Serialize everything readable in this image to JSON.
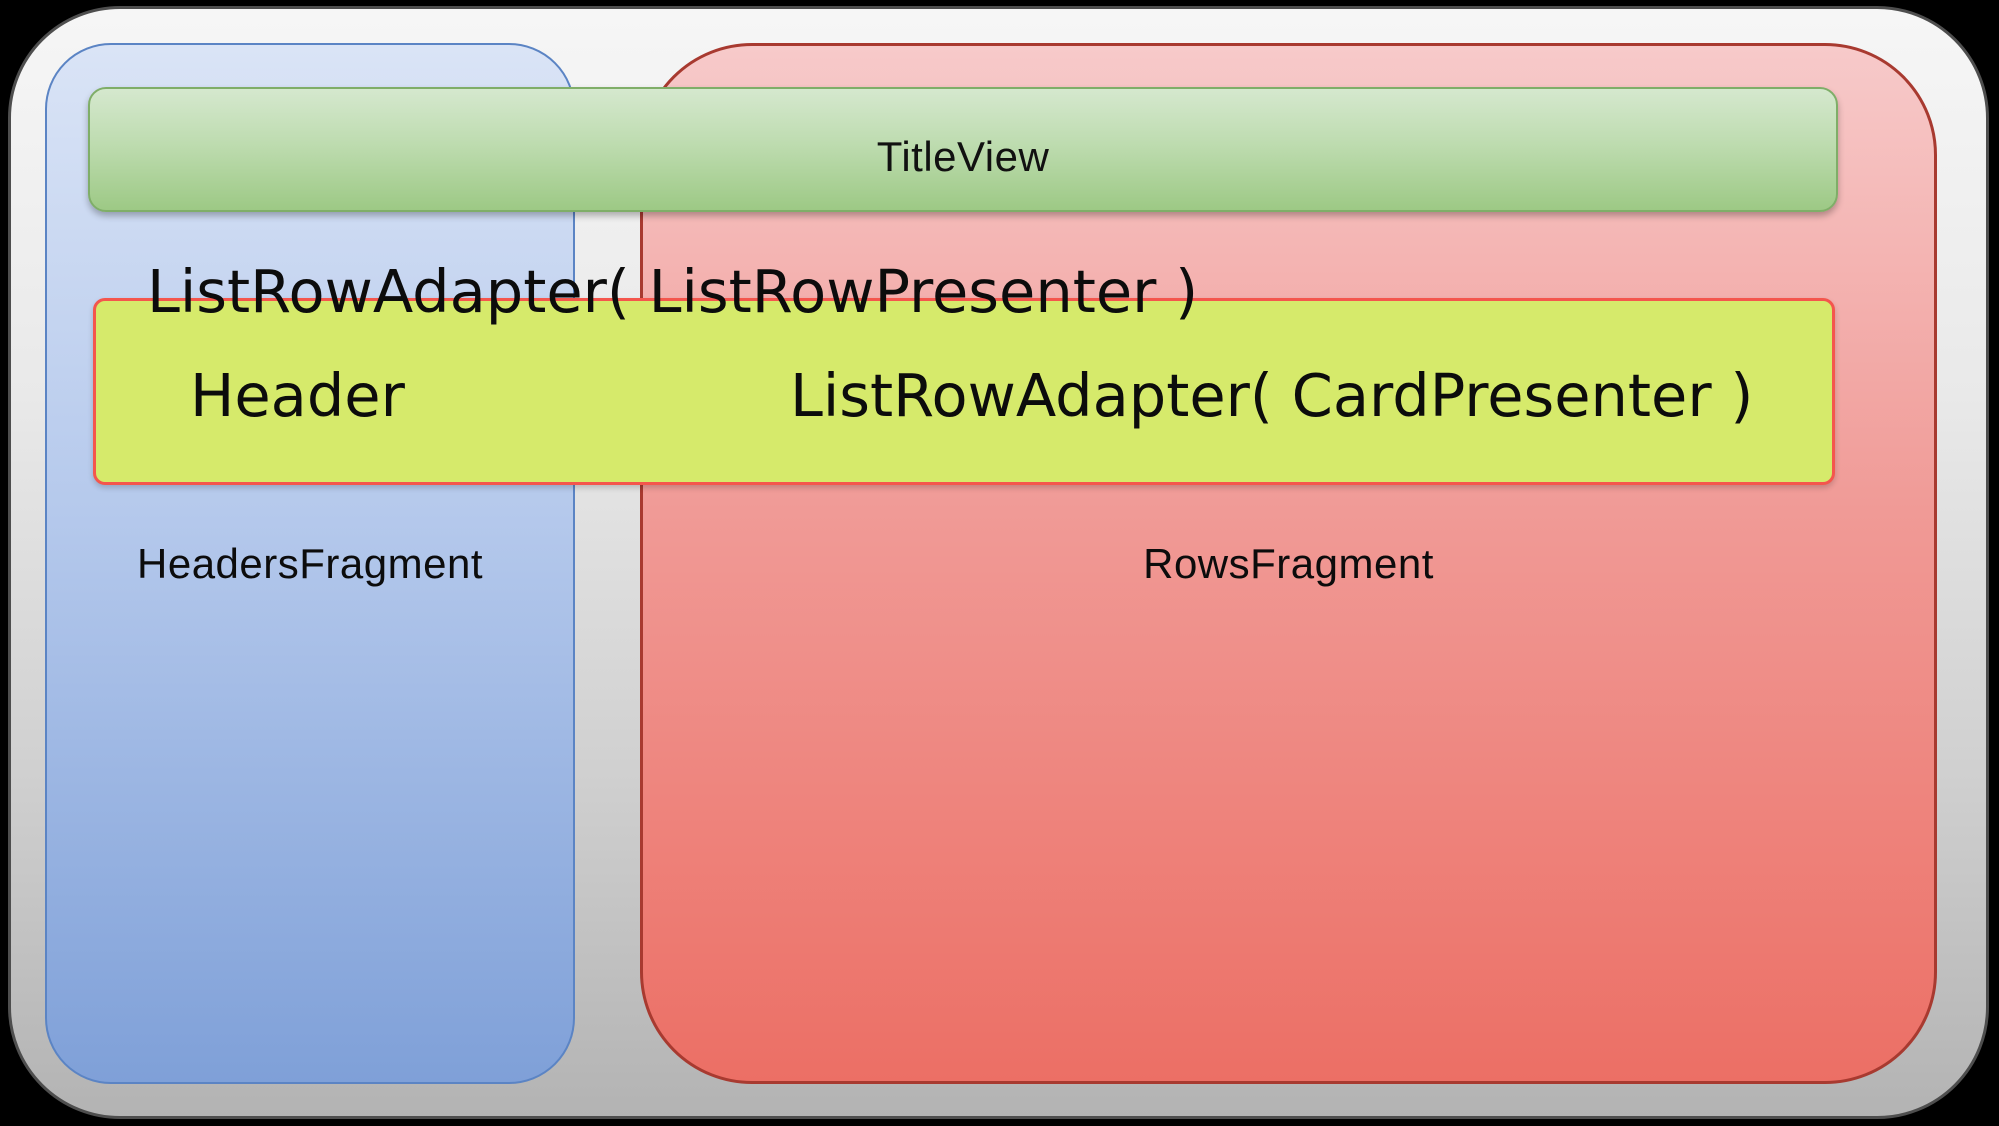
{
  "diagram": {
    "title_bar": {
      "label": "TitleView"
    },
    "adapter_line": "ListRowAdapter( ListRowPresenter )",
    "listrow_box": {
      "header_label": "Header",
      "card_adapter_label": "ListRowAdapter( CardPresenter )"
    },
    "headers_fragment_label": "HeadersFragment",
    "rows_fragment_label": "RowsFragment"
  },
  "colors": {
    "page_background": "#000000",
    "outer_frame_top": "#f6f6f6",
    "outer_frame_bottom": "#b3b3b3",
    "outer_frame_border": "#4e4e4e",
    "headers_box_top": "#dae4f6",
    "headers_box_bottom": "#7fa0d8",
    "headers_box_border": "#5b84c4",
    "rows_box_top": "#f7caca",
    "rows_box_bottom": "#ec6f65",
    "rows_box_border": "#a83a30",
    "titleview_top": "#d5e8ce",
    "titleview_bottom": "#9dc985",
    "titleview_border": "#7fae68",
    "listrow_box_fill": "#d6ea6b",
    "listrow_box_border": "#f4564d",
    "text": "#0c0c0c"
  }
}
